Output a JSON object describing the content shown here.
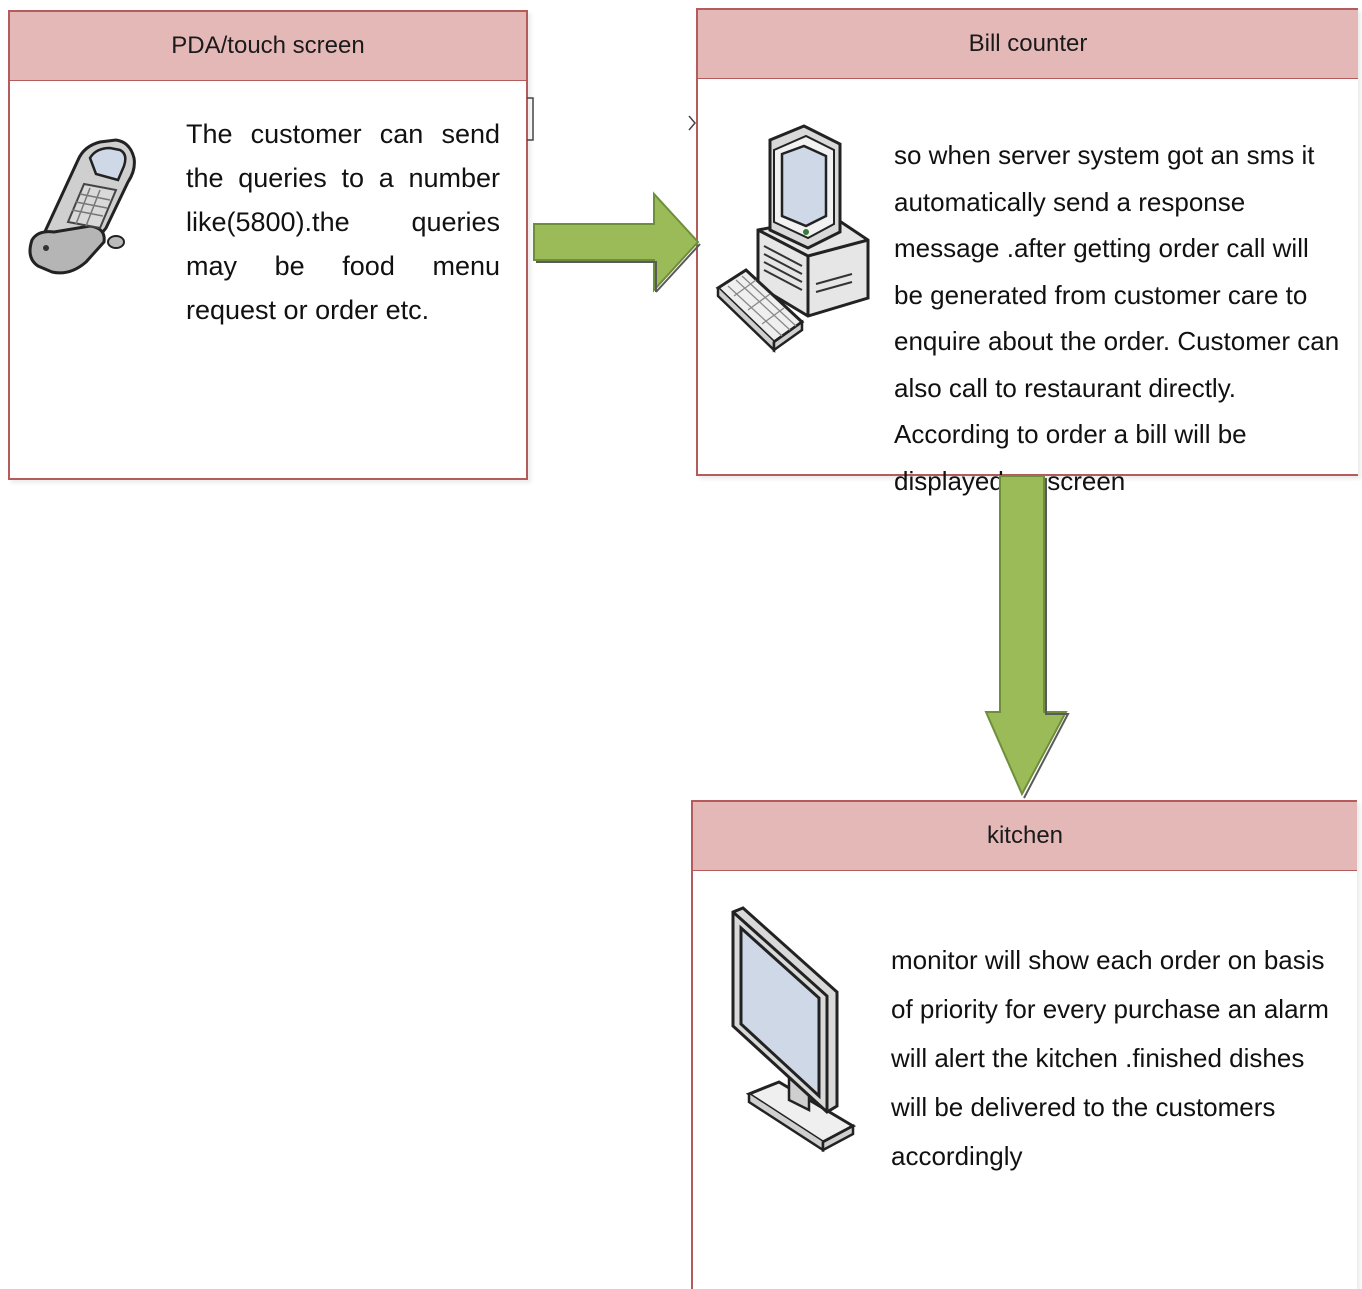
{
  "boxes": {
    "pda": {
      "title": "PDA/touch screen",
      "text": "The customer can send the queries to a number like(5800).the queries may be food menu request or order etc.",
      "icon": "mobile-phone-icon"
    },
    "bill": {
      "title": "Bill counter",
      "text": "so when  server system got an sms it automatically send a response message .after getting order call will be generated from customer care to enquire about the order. Customer can also call to restaurant directly. According to order a bill will be displayed on screen",
      "icon": "desktop-computer-icon"
    },
    "kitchen": {
      "title": "kitchen",
      "text": " monitor will show each order on basis of priority for every purchase an alarm will alert the kitchen .finished dishes will be delivered to the customers accordingly",
      "icon": "flat-monitor-icon"
    }
  },
  "colors": {
    "header_fill": "#e5b8b8",
    "border": "#b45c5c",
    "arrow_fill": "#9bbb59"
  }
}
